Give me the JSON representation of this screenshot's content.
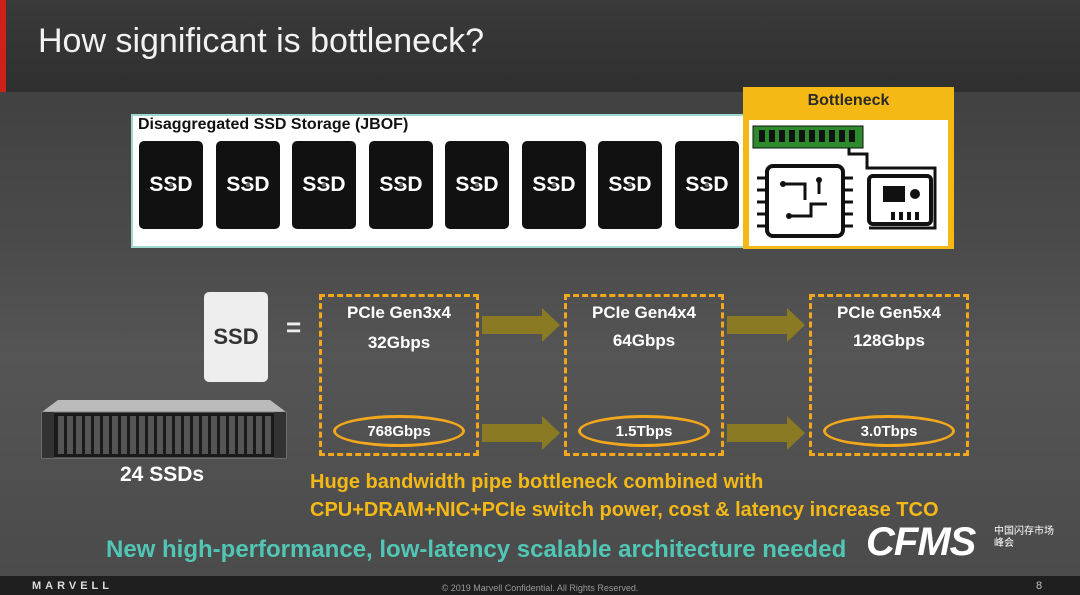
{
  "title": "How significant is bottleneck?",
  "jbof": {
    "label": "Disaggregated SSD Storage (JBOF)",
    "ssds": [
      "SSD",
      "SSD",
      "SSD",
      "SSD",
      "SSD",
      "SSD",
      "SSD",
      "SSD"
    ]
  },
  "bottleneck": {
    "label": "Bottleneck"
  },
  "single_ssd": "SSD",
  "equals": "=",
  "pcie": [
    {
      "gen": "PCIe Gen3x4",
      "rate": "32Gbps",
      "total": "768Gbps"
    },
    {
      "gen": "PCIe Gen4x4",
      "rate": "64Gbps",
      "total": "1.5Tbps"
    },
    {
      "gen": "PCIe Gen5x4",
      "rate": "128Gbps",
      "total": "3.0Tbps"
    }
  ],
  "server_label": "24 SSDs",
  "notes": {
    "line1": "Huge bandwidth pipe bottleneck combined with",
    "line2": "CPU+DRAM+NIC+PCIe switch power, cost & latency increase TCO",
    "line3": "New high-performance, low-latency scalable architecture needed"
  },
  "footer": {
    "brand": "MARVELL",
    "copyright": "© 2019 Marvell Confidential. All Rights Reserved.",
    "page": "8"
  },
  "watermark": {
    "logo": "CFMS",
    "cn": "中国闪存市场峰会"
  },
  "colors": {
    "accent": "#f5b916",
    "teal": "#52c6b5",
    "red": "#d0201b"
  }
}
